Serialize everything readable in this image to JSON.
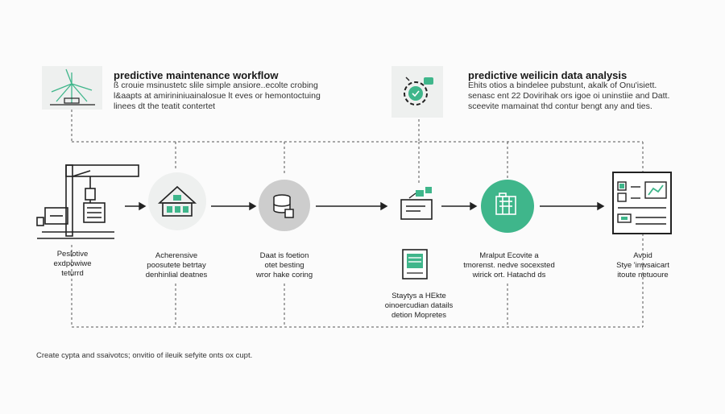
{
  "header_left": {
    "title": "predictive  maintenance workflow",
    "body": "ß crouie msinustetc slile simple ansiore..ecolte crobing\nl&aapts at amirininiuainalosue lt eves or hemontoctuing\nlinees dt the teatit contertet"
  },
  "header_right": {
    "title": "predictive weilicin data analysis",
    "body": "Ehits otios a bindelee pubstunt, akalk of Onu'isiett.\nsenasc ent 22 Dovirihak ors igoe oi uninstiie and Datt.\nsceevite mamainat thd contur bengt any and ties."
  },
  "nodes": [
    {
      "label": "Peslotive\nexdpowiwe\nteturrd"
    },
    {
      "label": "Acherensive\npoosutete betrtay\ndenhinlial deatnes"
    },
    {
      "label": "Daat is foetion\notet besting\nwror hake coring"
    },
    {
      "label": "Staytys a HEkte\noinoercudian datails\ndetion Mopretes"
    },
    {
      "label": "Mralput Ecovite a\ntmorenst. nedve socexsted\nwirick ort. Hatachd ds"
    },
    {
      "label": "Avoid\nStye 'inwsaicart\nitoute netuoure"
    }
  ],
  "footer": "Create cypta and ssaivotcs; onvitio of ileuik sefyite onts ox cupt.",
  "colors": {
    "accent": "#3fb68b",
    "line": "#222222",
    "dashed": "#555555",
    "icon_bg": "#eef0ef",
    "circle_gray": "#cdcdcd"
  }
}
